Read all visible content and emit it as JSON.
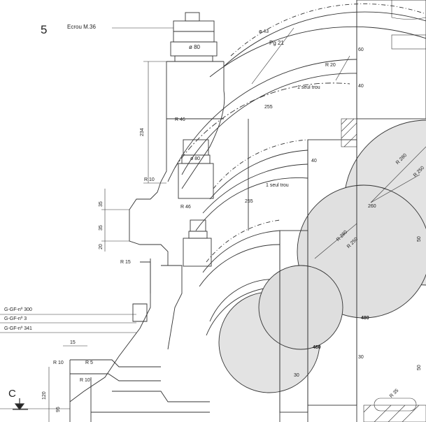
{
  "sheet_number": "5",
  "labels": {
    "ecrou": "Ecrou M.36",
    "dia80_top": "ø 80",
    "dia80_mid": "ø 80",
    "dia43": "ø 43",
    "pg21": "Pg 21",
    "r20": "R 20",
    "seul_trou_1": "1 seul trou",
    "seul_trou_2": "1 seul trou",
    "d255_a": "255",
    "d255_b": "255",
    "d234": "234",
    "r46_a": "R 46",
    "r46_b": "R 46",
    "r10_a": "R 10",
    "r10_b": "R 10",
    "r10_c": "R 10",
    "r15": "R 15",
    "d35_a": "35",
    "d35_b": "35",
    "d20": "20",
    "d15": "15",
    "r5": "R 5",
    "d120": "120",
    "d95": "95",
    "gf300": "G-GF-nº 300",
    "gf3": "G-GF-nº 3",
    "gf341": "G-GF-nº 341",
    "c_mark": "C",
    "d60": "60",
    "d40_a": "40",
    "d40_b": "40",
    "r280": "R 280",
    "r250": "R 250",
    "d260": "260",
    "r280_b": "R 280",
    "r250_b": "R 250",
    "d480_a": "480",
    "d480_b": "480",
    "d30_a": "30",
    "d30_b": "30",
    "d50_a": "50",
    "d50_b": "50",
    "r35": "R 35"
  }
}
